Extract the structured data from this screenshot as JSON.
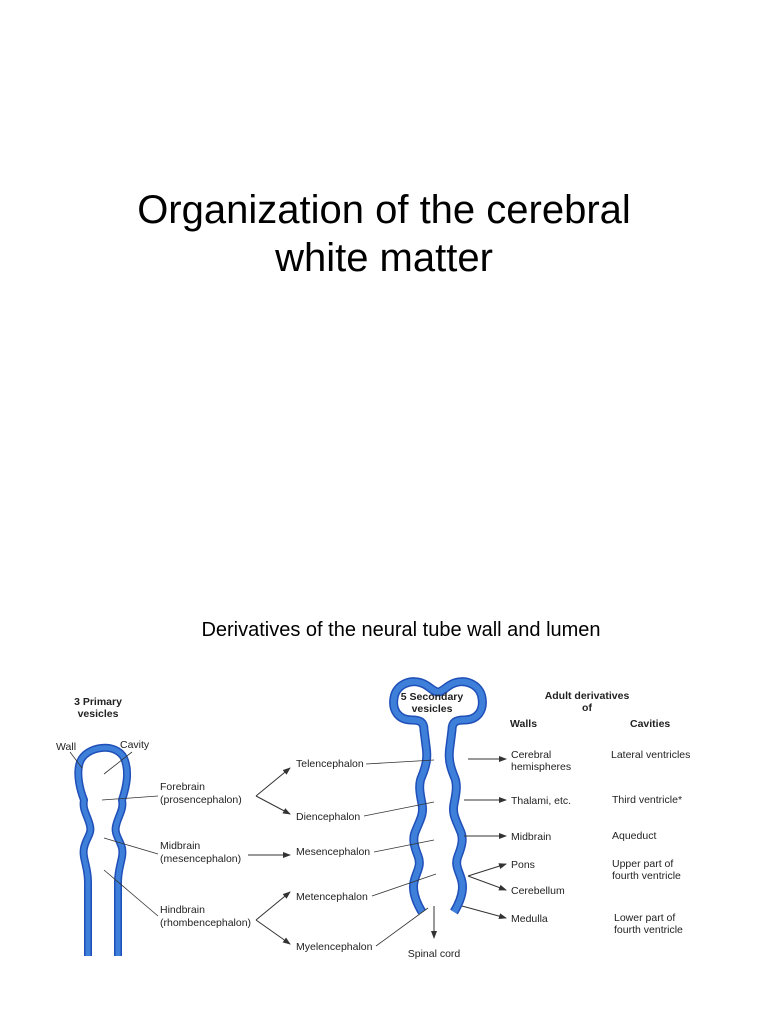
{
  "slide": {
    "title_line1": "Organization of the cerebral",
    "title_line2": "white matter",
    "subtitle": "Derivatives of the neural tube wall and lumen"
  },
  "figure": {
    "primary_header": [
      "3 Primary",
      "vesicles"
    ],
    "secondary_header": [
      "5 Secondary",
      "vesicles"
    ],
    "adult_header": [
      "Adult derivatives",
      "of"
    ],
    "walls_header": "Walls",
    "cavities_header": "Cavities",
    "wall_label": "Wall",
    "cavity_label": "Cavity",
    "primary": [
      [
        "Forebrain",
        "(prosencephalon)"
      ],
      [
        "Midbrain",
        "(mesencephalon)"
      ],
      [
        "Hindbrain",
        "(rhombencephalon)"
      ]
    ],
    "secondary": [
      "Telencephalon",
      "Diencephalon",
      "Mesencephalon",
      "Metencephalon",
      "Myelencephalon"
    ],
    "walls": [
      [
        "Cerebral",
        "hemispheres"
      ],
      [
        "Thalami, etc."
      ],
      [
        "Midbrain"
      ],
      [
        "Pons"
      ],
      [
        "Cerebellum"
      ],
      [
        "Medulla"
      ]
    ],
    "cavities": [
      [
        "Lateral ventricles"
      ],
      [
        "Third ventricle*"
      ],
      [
        "Aqueduct"
      ],
      [
        "Upper part of",
        "fourth ventricle"
      ],
      [
        "Lower part of",
        "fourth ventricle"
      ]
    ],
    "spinal_cord": "Spinal cord",
    "tube_color": "#3d7fd9",
    "tube_edge_color": "#1f4fb8"
  }
}
